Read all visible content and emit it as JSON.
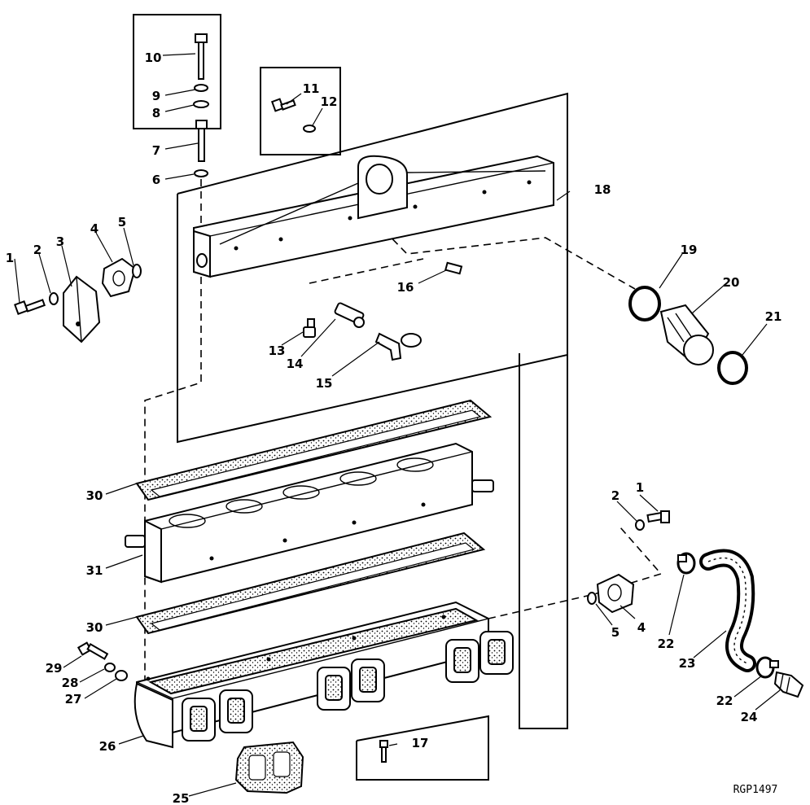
{
  "figure": {
    "ref_code": "RGP1497"
  },
  "callouts": [
    "1",
    "2",
    "3",
    "4",
    "5",
    "1",
    "2",
    "4",
    "5",
    "6",
    "7",
    "8",
    "9",
    "10",
    "11",
    "12",
    "13",
    "14",
    "15",
    "16",
    "17",
    "18",
    "19",
    "20",
    "21",
    "22",
    "22",
    "23",
    "24",
    "25",
    "26",
    "27",
    "28",
    "29",
    "30",
    "30",
    "31"
  ]
}
